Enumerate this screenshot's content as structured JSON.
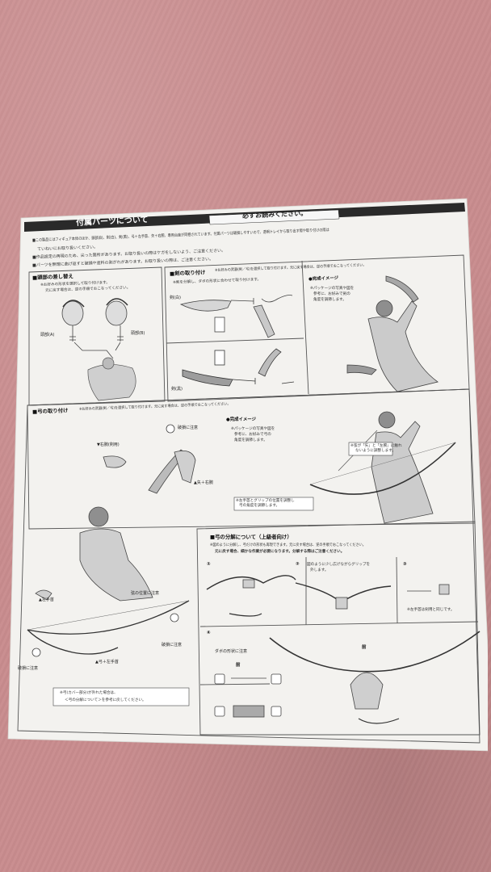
{
  "header": {
    "title": "付属パーツについて",
    "must_read": "必ずお読みください。"
  },
  "notes": [
    "■この製品にはフィギュア本体のほか、頭部(B)、剣(白)、剣(黒)、弓＋左手首、矢＋右腕、専用台座が同梱されています。付属パーツは破損しやすいので、透明トレイから取り出す際や取り付けの際は",
    "ていねいにお取り扱いください。",
    "■作品設定の再現のため、尖った箇所があります。お取り扱いの際はケガをしないよう、ご注意ください。",
    "■パーツを無理に曲げ返すと破損や塗料の剥がれがあります。お取り扱いの際は、ご注意ください。"
  ],
  "head_section": {
    "title": "■頭部の差し替え",
    "desc1": "※お好みの形状を選択して取り付けます。",
    "desc2": "元に戻す場合は、逆の手順でおこなってください。",
    "label_a": "頭部(A)",
    "label_b": "頭部(B)"
  },
  "sword_section": {
    "title": "■剣の取り付け",
    "desc": "※お好みの武器(剣／弓)を選択して取り付けます。元に戻す場合は、逆の手順でおこなってください。",
    "desc2": "※剣を分解し、ダボの形状に合わせて取り付けます。",
    "label_white": "剣(白)",
    "label_black": "剣(黒)",
    "complete_title": "●完成イメージ",
    "complete_desc1": "※パッケージの写真や図を",
    "complete_desc2": "参考に、お好みで剣の",
    "complete_desc3": "角度を調節します。"
  },
  "bow_section": {
    "title": "■弓の取り付け",
    "desc": "※お好みの武器(剣／弓)を選択して取り付けます。元に戻す場合は、逆の手順でおこなってください。",
    "caution_break": "破損に注意",
    "label_right_arm": "▼右腕(剣用)",
    "label_arrow_arm": "▲矢＋右腕",
    "label_left_hand": "▲左手首",
    "caution_string": "弦の位置に注意",
    "caution_break2": "破損に注意",
    "caution_break3": "破損に注意",
    "label_bow_hand": "▲弓＋左手首",
    "note1": "※弓(カバー部分)が外れた場合は、",
    "note2": "＜弓の分解について＞を参考に戻してください。",
    "complete_title": "●完成イメージ",
    "complete_desc1": "※パッケージの写真や図を",
    "complete_desc2": "参考に、お好みで弓の",
    "complete_desc3": "角度を調節します。",
    "callout1": "※弦が「矢」と「左腕」に触れ",
    "callout1b": "ないように調整します。",
    "callout2": "※左手首とグリップの位置を調整し",
    "callout2b": "弓の角度を調節します。"
  },
  "bow_disassembly": {
    "title": "■弓の分解について（上級者向け）",
    "desc1": "※図のように分解し、弓だけの形状も再現できます。元に戻す場合は、逆の手順でおこなってください。",
    "desc2": "元に戻す場合、細かな作業が必要になります。分解する際はご注意ください。",
    "step1": "①",
    "step2": "②",
    "step2_desc1": "図のように少し広げながらグリップを",
    "step2_desc2": "外します。",
    "step3": "③",
    "step3_desc": "※左手首は剣用と同じです。",
    "step4": "④",
    "dabo_caution": "ダボの形状に注意",
    "front_label1": "前",
    "front_label2": "前"
  }
}
